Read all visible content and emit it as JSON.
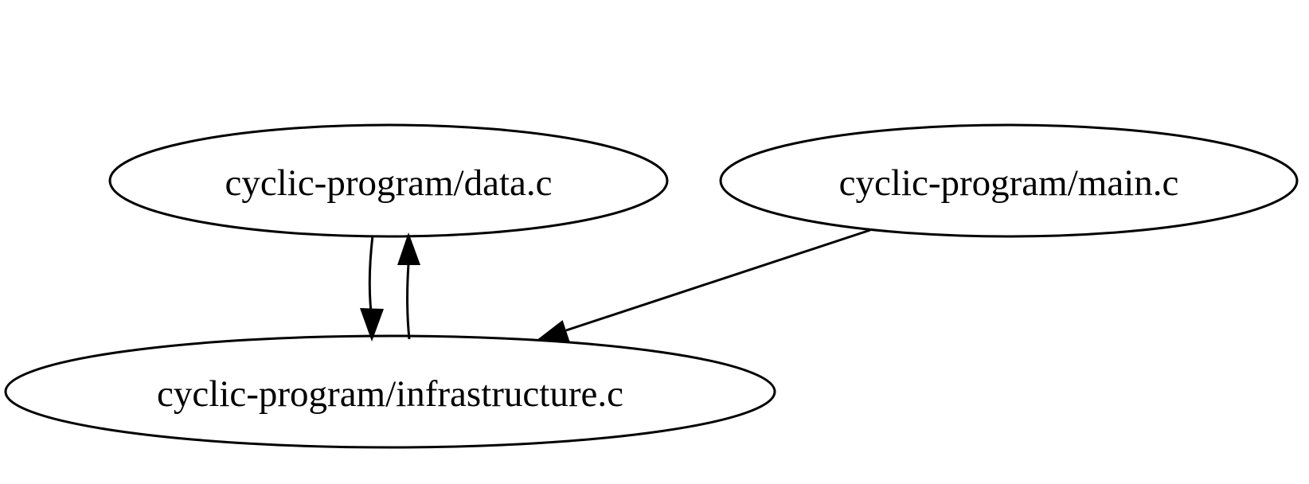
{
  "diagram": {
    "type": "directed-graph",
    "background_color": "#ffffff",
    "stroke_color": "#000000",
    "text_color": "#000000",
    "nodes": [
      {
        "id": "data",
        "label": "cyclic-program/data.c"
      },
      {
        "id": "main",
        "label": "cyclic-program/main.c"
      },
      {
        "id": "infrastructure",
        "label": "cyclic-program/infrastructure.c"
      }
    ],
    "edges": [
      {
        "from": "data",
        "to": "infrastructure"
      },
      {
        "from": "infrastructure",
        "to": "data"
      },
      {
        "from": "main",
        "to": "infrastructure"
      }
    ]
  }
}
